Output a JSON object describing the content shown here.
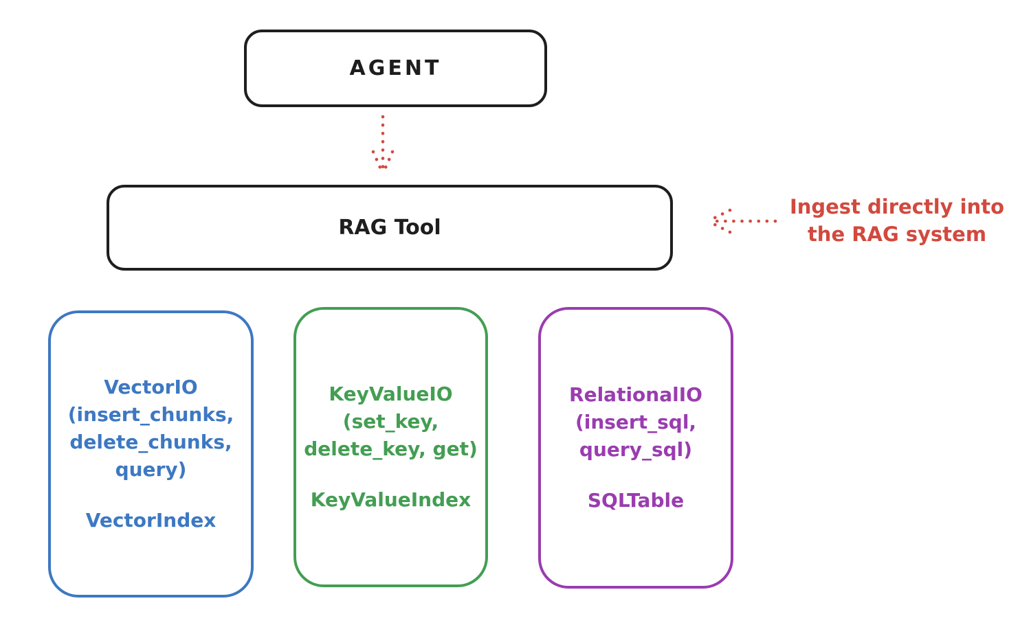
{
  "diagram": {
    "agent_box": {
      "label": "AGENT"
    },
    "rag_tool_box": {
      "label": "RAG Tool"
    },
    "annotation": {
      "line1": "Ingest directly into",
      "line2": "the RAG system"
    },
    "io_boxes": [
      {
        "id": "vector-io",
        "color": "#3d78c2",
        "lines": [
          "VectorIO",
          "(insert_chunks,",
          "delete_chunks,",
          "query)"
        ],
        "index_label": "VectorIndex"
      },
      {
        "id": "keyvalue-io",
        "color": "#439e52",
        "lines": [
          "KeyValueIO",
          "(set_key,",
          "delete_key, get)"
        ],
        "index_label": "KeyValueIndex"
      },
      {
        "id": "relational-io",
        "color": "#9a3cb0",
        "lines": [
          "RelationalIO",
          "(insert_sql,",
          "query_sql)"
        ],
        "index_label": "SQLTable"
      }
    ],
    "colors": {
      "ink": "#1e1e1e",
      "red": "#d2493e",
      "blue": "#3d78c2",
      "green": "#439e52",
      "purple": "#9a3cb0",
      "background": "#ffffff"
    }
  }
}
